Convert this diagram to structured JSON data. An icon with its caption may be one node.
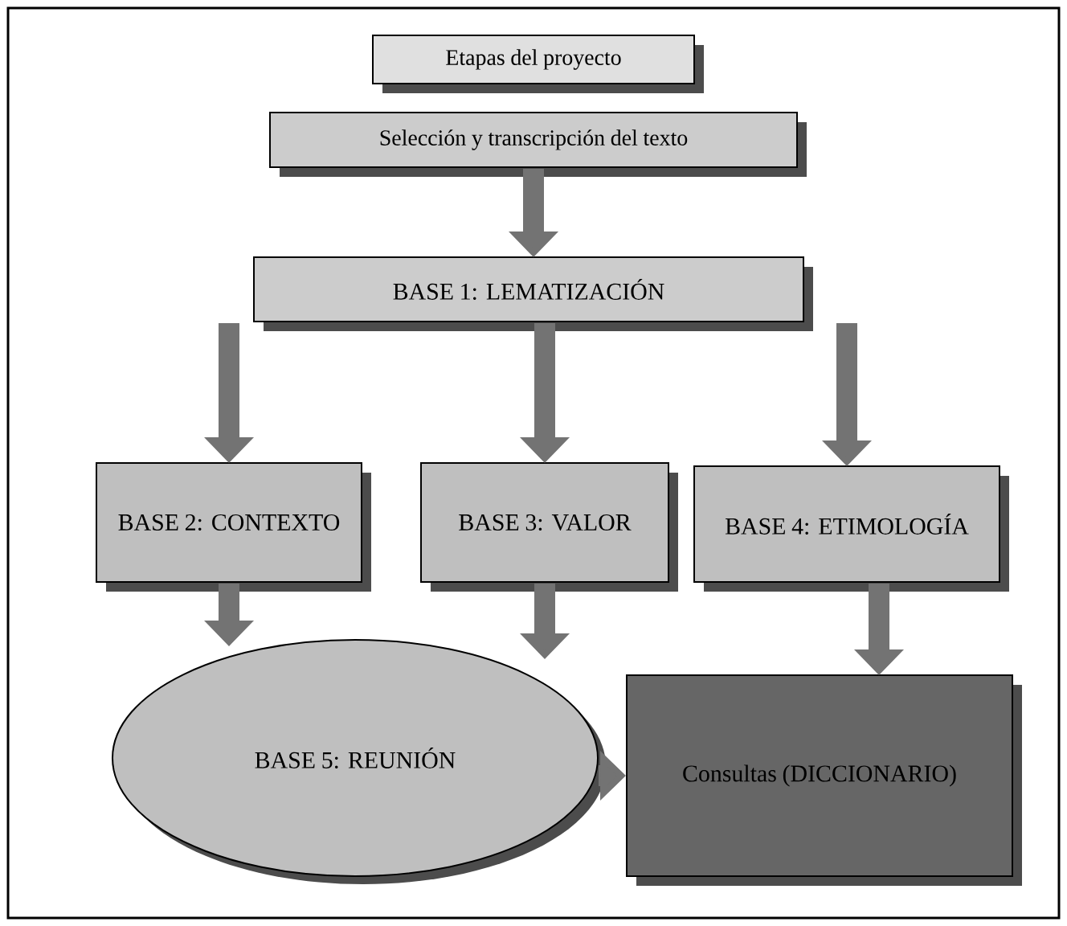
{
  "diagram": {
    "nodes": [
      {
        "text": [
          "Etapas del proyecto"
        ]
      },
      {
        "text": [
          "Selección y transcripción del texto"
        ]
      },
      {
        "text": [
          "BASE 1: LEMATIZACIÓN"
        ]
      },
      {
        "text": [
          "BASE 2: CONTEXTO"
        ]
      },
      {
        "text": [
          "BASE 3: VALOR"
        ]
      },
      {
        "text": [
          "BASE 4: ETIMOLOGÍA"
        ]
      },
      {
        "text": [
          "BASE 5: REUNIÓN"
        ]
      },
      {
        "text": [
          "Consultas (DICCIONARIO)"
        ]
      }
    ],
    "edges": [
      {
        "from": 1,
        "to": 2,
        "arrow": "to"
      },
      {
        "from": 2,
        "to": 3,
        "arrow": "to"
      },
      {
        "from": 2,
        "to": 4,
        "arrow": "to"
      },
      {
        "from": 2,
        "to": 5,
        "arrow": "to"
      },
      {
        "from": 3,
        "to": 6,
        "arrow": "to"
      },
      {
        "from": 4,
        "to": 6,
        "arrow": "to"
      },
      {
        "from": 6,
        "to": 7,
        "arrow": "to"
      },
      {
        "from": 5,
        "to": 7,
        "arrow": "to"
      }
    ]
  }
}
